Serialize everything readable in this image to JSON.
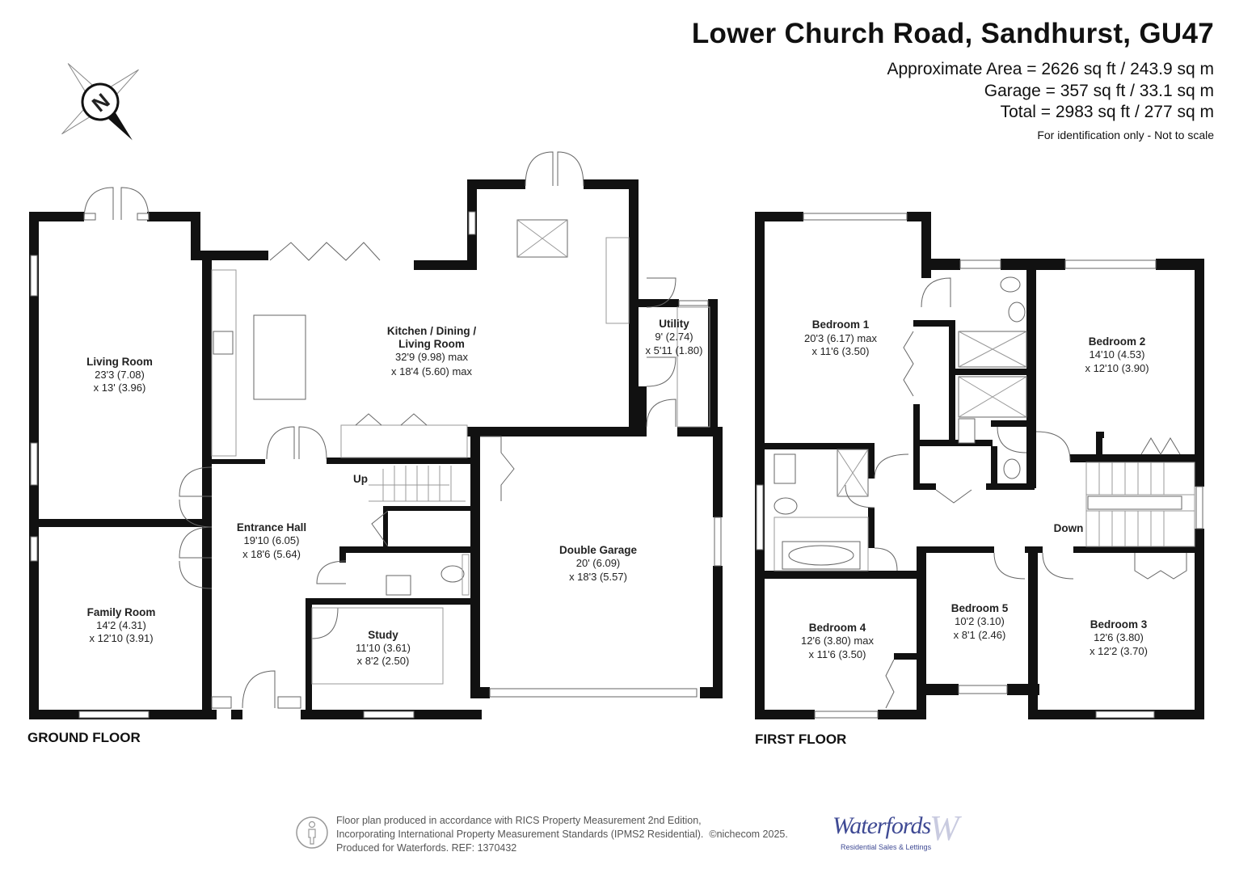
{
  "header": {
    "title": "Lower Church Road, Sandhurst, GU47",
    "area_approx": "Approximate Area = 2626 sq ft / 243.9 sq m",
    "area_garage": "Garage = 357 sq ft / 33.1 sq m",
    "area_total": "Total = 2983 sq ft / 277 sq m",
    "note": "For identification only - Not to scale"
  },
  "compass": {
    "label": "N",
    "icon": "compass-icon"
  },
  "floors": {
    "ground": "GROUND FLOOR",
    "first": "FIRST FLOOR"
  },
  "ground_rooms": {
    "living": {
      "name": "Living Room",
      "dim1": "23'3 (7.08)",
      "dim2": "x 13' (3.96)"
    },
    "family": {
      "name": "Family Room",
      "dim1": "14'2 (4.31)",
      "dim2": "x 12'10 (3.91)"
    },
    "kitchen": {
      "name1": "Kitchen / Dining /",
      "name2": "Living Room",
      "dim1": "32'9 (9.98) max",
      "dim2": "x 18'4 (5.60) max"
    },
    "utility": {
      "name": "Utility",
      "dim1": "9' (2.74)",
      "dim2": "x 5'11 (1.80)"
    },
    "hall": {
      "name": "Entrance Hall",
      "dim1": "19'10 (6.05)",
      "dim2": "x 18'6 (5.64)"
    },
    "study": {
      "name": "Study",
      "dim1": "11'10 (3.61)",
      "dim2": "x 8'2 (2.50)"
    },
    "garage": {
      "name": "Double Garage",
      "dim1": "20' (6.09)",
      "dim2": "x 18'3 (5.57)"
    },
    "stairs_up": "Up"
  },
  "first_rooms": {
    "bed1": {
      "name": "Bedroom 1",
      "dim1": "20'3 (6.17) max",
      "dim2": "x 11'6 (3.50)"
    },
    "bed2": {
      "name": "Bedroom 2",
      "dim1": "14'10 (4.53)",
      "dim2": "x 12'10 (3.90)"
    },
    "bed3": {
      "name": "Bedroom 3",
      "dim1": "12'6 (3.80)",
      "dim2": "x 12'2 (3.70)"
    },
    "bed4": {
      "name": "Bedroom 4",
      "dim1": "12'6 (3.80) max",
      "dim2": "x 11'6 (3.50)"
    },
    "bed5": {
      "name": "Bedroom 5",
      "dim1": "10'2 (3.10)",
      "dim2": "x 8'1 (2.46)"
    },
    "stairs_down": "Down"
  },
  "footer": {
    "line1": "Floor plan produced in accordance with RICS Property Measurement 2nd Edition,",
    "line2": "Incorporating International Property Measurement Standards (IPMS2 Residential).",
    "copyright": "©nichecom 2025.",
    "line3": "Produced for Waterfords.   REF: 1370432"
  },
  "logo": {
    "name": "Waterfords",
    "tagline": "Residential Sales & Lettings",
    "mark": "W"
  }
}
